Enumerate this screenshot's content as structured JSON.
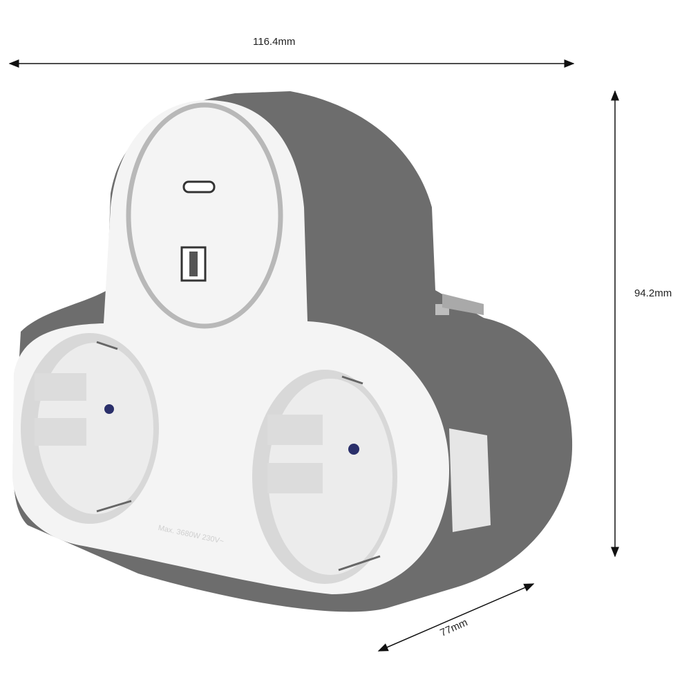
{
  "dimensions": {
    "width": "116.4mm",
    "height": "94.2mm",
    "depth": "77mm"
  },
  "product": {
    "rating_text": "Max. 3680W 230V~",
    "colors": {
      "body_gray": "#6d6d6d",
      "face_white": "#f4f4f4",
      "socket_gray": "#e2e2e2",
      "ring_gray": "#b8b8b8"
    },
    "ports": [
      "usb-c",
      "usb-a",
      "schuko-socket",
      "schuko-socket"
    ]
  }
}
